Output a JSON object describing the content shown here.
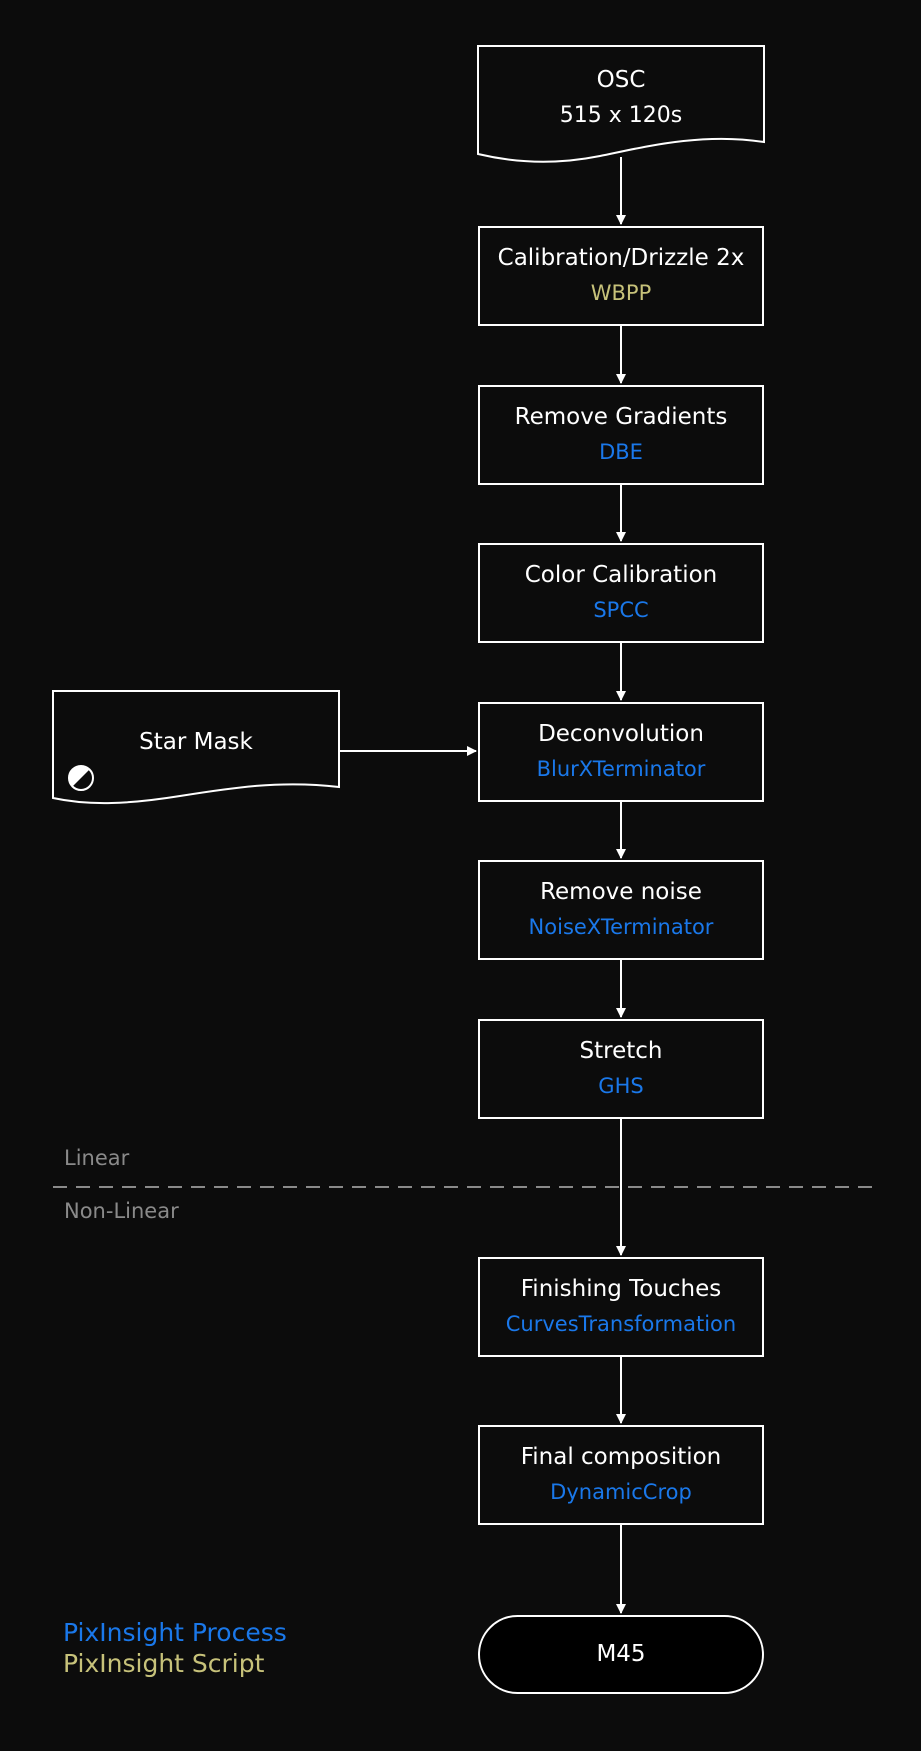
{
  "source": {
    "title": "OSC",
    "subtitle": "515 x 120s"
  },
  "steps": [
    {
      "title": "Calibration/Drizzle 2x",
      "tool": "WBPP",
      "tool_kind": "script"
    },
    {
      "title": "Remove Gradients",
      "tool": "DBE",
      "tool_kind": "process"
    },
    {
      "title": "Color Calibration",
      "tool": "SPCC",
      "tool_kind": "process"
    },
    {
      "title": "Deconvolution",
      "tool": "BlurXTerminator",
      "tool_kind": "process"
    },
    {
      "title": "Remove noise",
      "tool": "NoiseXTerminator",
      "tool_kind": "process"
    },
    {
      "title": "Stretch",
      "tool": "GHS",
      "tool_kind": "process"
    },
    {
      "title": "Finishing Touches",
      "tool": "CurvesTransformation",
      "tool_kind": "process"
    },
    {
      "title": "Final composition",
      "tool": "DynamicCrop",
      "tool_kind": "process"
    }
  ],
  "side_input": {
    "title": "Star Mask",
    "icon": "contrast-icon",
    "feeds_step": 3
  },
  "terminal": {
    "label": "M45"
  },
  "zones": {
    "above": "Linear",
    "below": "Non-Linear"
  },
  "legend": [
    {
      "label": "PixInsight Process",
      "kind": "process"
    },
    {
      "label": "PixInsight Script",
      "kind": "script"
    }
  ],
  "colors": {
    "background": "#0c0c0c",
    "stroke": "#ffffff",
    "process": "#1a78ea",
    "script": "#c7c27a",
    "zone_text": "#8a8a8a"
  }
}
